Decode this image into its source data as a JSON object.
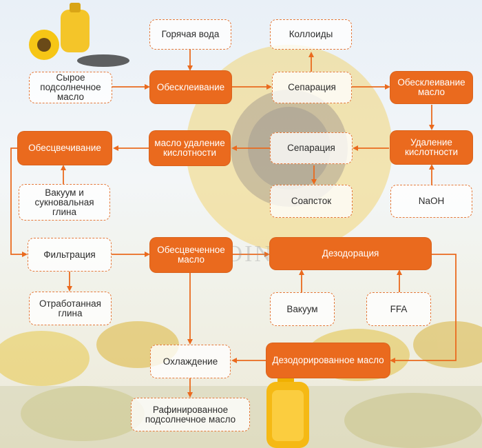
{
  "watermark": "DOING",
  "nodes": {
    "hot_water": "Горячая вода",
    "colloids": "Коллоиды",
    "crude_oil": "Сырое подсолнечное масло",
    "degumming": "Обесклеивание",
    "separation_1": "Сепарация",
    "degummed_oil": "Обесклеивание масло",
    "acid_removal": "Удаление кислотности",
    "separation_2": "Сепарация",
    "deacid_oil": "масло удаление кислотности",
    "bleaching": "Обесцвечивание",
    "vacuum_clay": "Вакуум и сукновальная глина",
    "soapstock": "Соапсток",
    "naoh": "NaOH",
    "filtration": "Фильтрация",
    "bleached_oil": "Обесцвеченное масло",
    "deodorization": "Дезодорация",
    "spent_clay": "Отработанная глина",
    "vacuum": "Вакуум",
    "ffa": "FFA",
    "cooling": "Охлаждение",
    "deodorized_oil": "Дезодорированное масло",
    "refined_oil": "Рафинированное подсолнечное масло"
  }
}
